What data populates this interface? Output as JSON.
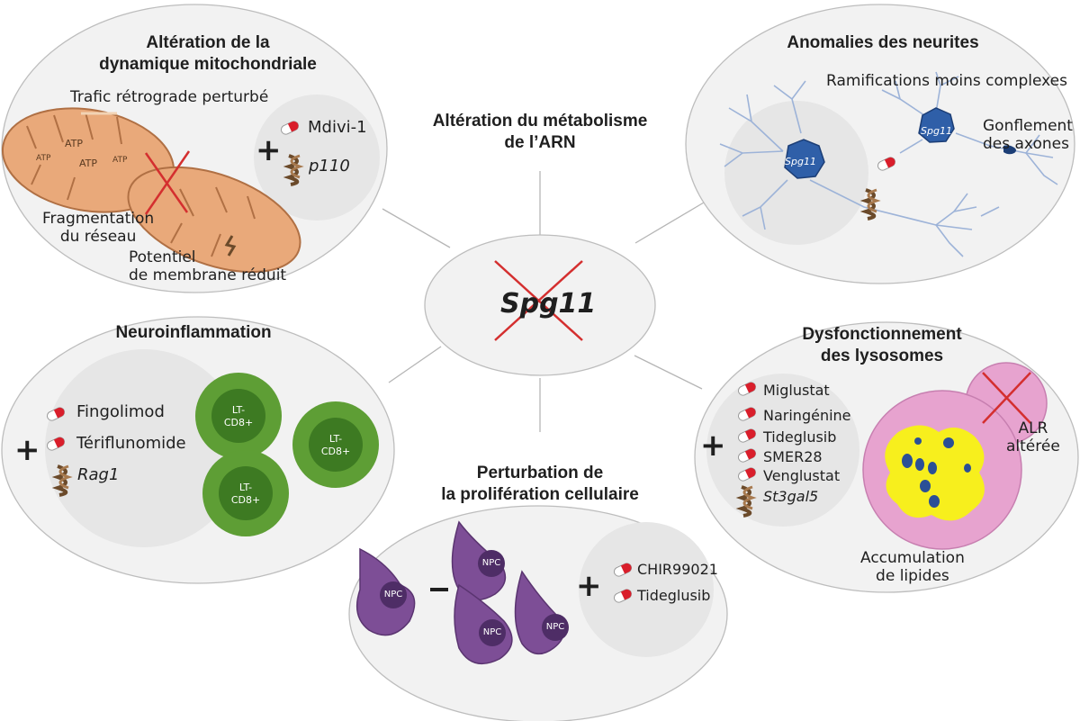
{
  "center": {
    "gene": "Spg11"
  },
  "arn": {
    "title_l1": "Altération du métabolisme",
    "title_l2": "de l’ARN"
  },
  "mito": {
    "title_l1": "Altération de la",
    "title_l2": "dynamique mitochondriale",
    "traffic": "Trafic rétrograde perturbé",
    "atp": "ATP",
    "frag_l1": "Fragmentation",
    "frag_l2": "du réseau",
    "pot_l1": "Potentiel",
    "pot_l2": "de membrane réduit",
    "drug": "Mdivi-1",
    "gene": "p110"
  },
  "neurites": {
    "title": "Anomalies des neurites",
    "ramif": "Ramifications moins complexes",
    "gonfl_l1": "Gonflement",
    "gonfl_l2": "des axones",
    "gene": "Spg11"
  },
  "neuroinf": {
    "title": "Neuroinflammation",
    "drugs": [
      "Fingolimod",
      "Tériflunomide"
    ],
    "gene": "Rag1",
    "cell_l1": "LT-",
    "cell_l2": "CD8+"
  },
  "lyso": {
    "title_l1": "Dysfonctionnement",
    "title_l2": "des lysosomes",
    "drugs": [
      "Miglustat",
      "Naringénine",
      "Tideglusib",
      "SMER28",
      "Venglustat"
    ],
    "gene": "St3gal5",
    "alr_l1": "ALR",
    "alr_l2": "altérée",
    "acc_l1": "Accumulation",
    "acc_l2": "de lipides"
  },
  "prolif": {
    "title_l1": "Perturbation de",
    "title_l2": "la prolifération cellulaire",
    "cell": "NPC",
    "drugs": [
      "CHIR99021",
      "Tideglusib"
    ]
  },
  "colors": {
    "panel": "#f2f2f2",
    "panel_stroke": "#bdbdbd",
    "mito": "#e9a97a",
    "neuron": "#2f5fa8",
    "tcell": "#6aaa3a",
    "npc": "#7d4e96",
    "lyso": "#e7a3cf",
    "lipid": "#f7ef1d",
    "cross": "#d42f2f",
    "pill": "#d91e2b"
  }
}
